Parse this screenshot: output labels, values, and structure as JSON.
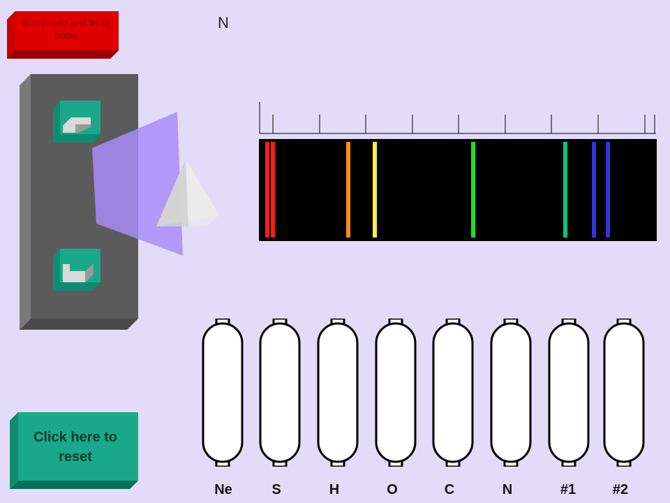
{
  "header": {
    "end_button_label": "End project and finish notes",
    "current_element": "N"
  },
  "spectrum": {
    "lines": [
      {
        "color": "#ff1a1a"
      },
      {
        "color": "#ff1a1a"
      },
      {
        "color": "#ff8c1a"
      },
      {
        "color": "#ffee44"
      },
      {
        "color": "#22dd22"
      },
      {
        "color": "#11c080"
      },
      {
        "color": "#3333dd"
      },
      {
        "color": "#3333dd"
      }
    ]
  },
  "tubes": [
    {
      "label": "Ne"
    },
    {
      "label": "S"
    },
    {
      "label": "H"
    },
    {
      "label": "O"
    },
    {
      "label": "C"
    },
    {
      "label": "N"
    },
    {
      "label": "#1"
    },
    {
      "label": "#2"
    }
  ],
  "reset_button_label": "Click here to reset",
  "colors": {
    "background": "#e3dcf8",
    "end_button": "#dd0000",
    "switch": "#1aa88a",
    "reset_button": "#1aa88a",
    "prism_beam": "#a98cf8"
  }
}
